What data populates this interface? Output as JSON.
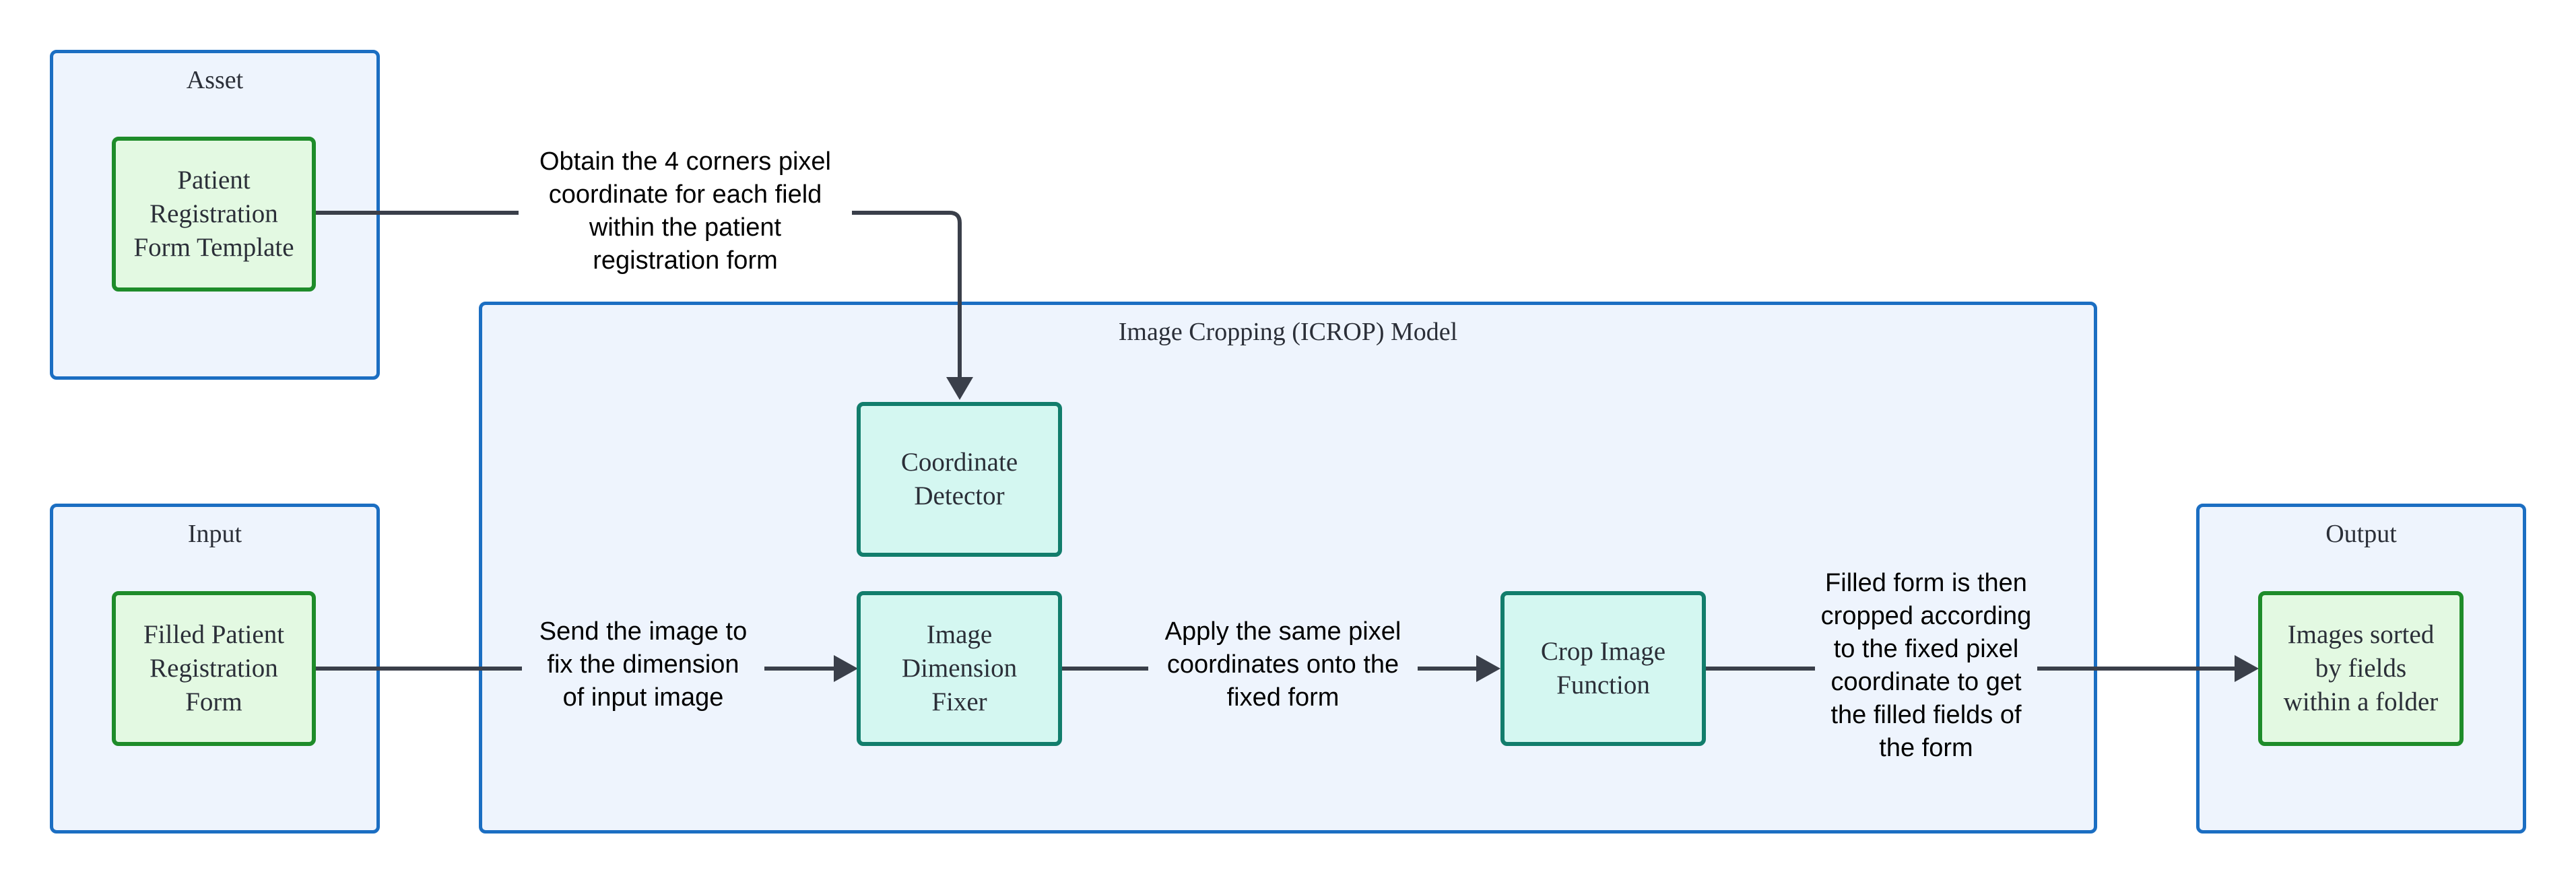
{
  "groups": {
    "asset": {
      "title": "Asset"
    },
    "input": {
      "title": "Input"
    },
    "model": {
      "title": "Image Cropping (ICROP) Model"
    },
    "output": {
      "title": "Output"
    }
  },
  "nodes": {
    "template": "Patient\nRegistration\nForm Template",
    "filled_form": "Filled Patient\nRegistration\nForm",
    "coordinate_detector": "Coordinate\nDetector",
    "dimension_fixer": "Image\nDimension\nFixer",
    "crop_function": "Crop Image\nFunction",
    "sorted_images": "Images sorted\nby fields\nwithin a folder"
  },
  "edges": {
    "template_to_detector": "Obtain the 4 corners pixel\ncoordinate for each field\nwithin the patient\nregistration form",
    "input_to_fixer": "Send the image to\nfix the dimension\nof input image",
    "fixer_to_crop": "Apply the same pixel\ncoordinates onto the\nfixed form",
    "crop_to_output": "Filled form is then\ncropped according\nto the fixed pixel\ncoordinate to get\nthe filled fields of\nthe form"
  },
  "colors": {
    "group_border": "#1b6ec2",
    "group_fill": "#eef4fd",
    "green_border": "#1e8c2a",
    "green_fill": "#e3f9e2",
    "teal_border": "#127d6c",
    "teal_fill": "#d4f7f1",
    "edge": "#3a3f4a"
  }
}
